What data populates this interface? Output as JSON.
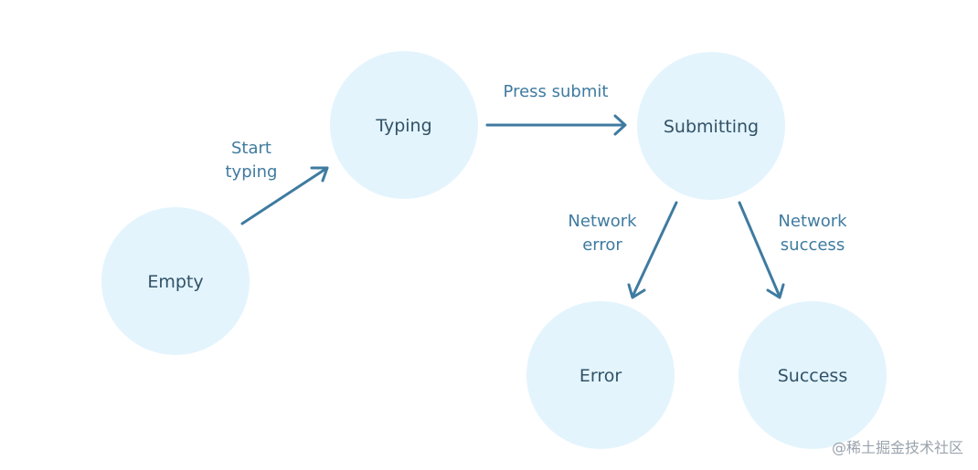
{
  "nodes": {
    "empty": {
      "label": "Empty"
    },
    "typing": {
      "label": "Typing"
    },
    "submitting": {
      "label": "Submitting"
    },
    "error": {
      "label": "Error"
    },
    "success": {
      "label": "Success"
    }
  },
  "edges": {
    "start_typing": {
      "line1": "Start",
      "line2": "typing"
    },
    "press_submit": {
      "line1": "Press submit"
    },
    "network_error": {
      "line1": "Network",
      "line2": "error"
    },
    "network_success": {
      "line1": "Network",
      "line2": "success"
    }
  },
  "colors": {
    "node_fill": "#e3f4fd",
    "node_text": "#315266",
    "edge": "#3f7ba0"
  },
  "watermark": "@稀土掘金技术社区"
}
